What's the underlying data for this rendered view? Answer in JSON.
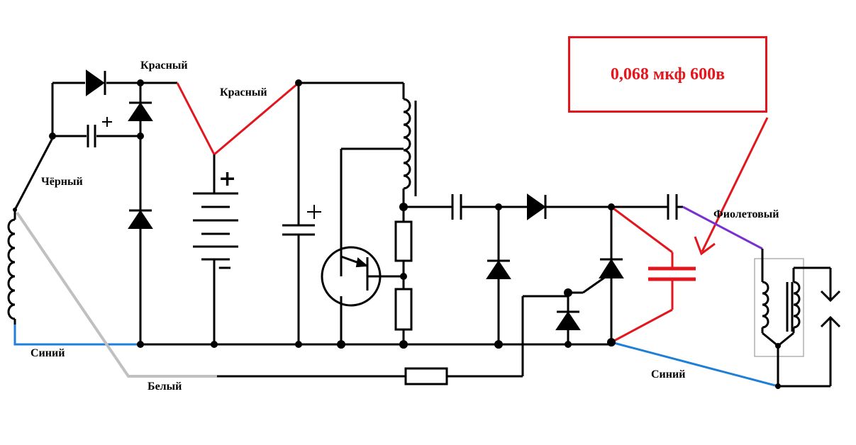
{
  "wire_labels": {
    "red_top": "Красный",
    "red_mid": "Красный",
    "black": "Чёрный",
    "blue_left": "Синий",
    "white": "Белый",
    "violet": "Фиолетовый",
    "blue_right": "Синий"
  },
  "callout": {
    "text": "0,068 мкф 600в"
  },
  "polarity": {
    "plus": "+",
    "minus": "−"
  },
  "colors": {
    "red": "#e3161e",
    "blue": "#1e7fd8",
    "grey": "#c0c0c0",
    "violet": "#7a2fd0",
    "black": "#000000"
  }
}
